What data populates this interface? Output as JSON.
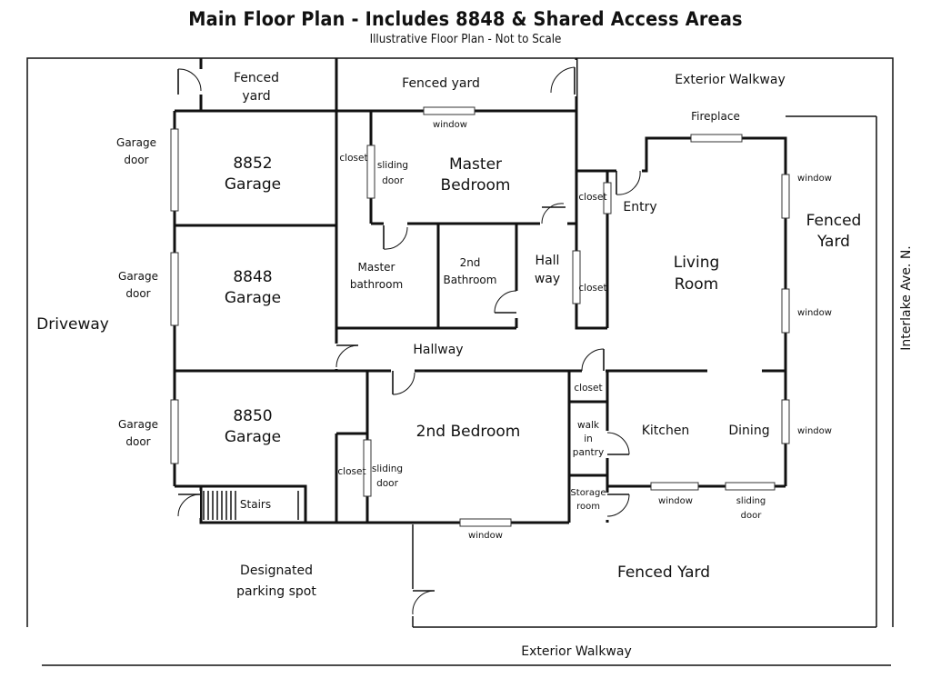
{
  "title": "Main Floor Plan - Includes 8848 & Shared Access Areas",
  "subtitle": "Illustrative Floor Plan - Not to Scale",
  "labels": {
    "fenced_yard_top_left": [
      "Fenced",
      "yard"
    ],
    "fenced_yard_top": "Fenced yard",
    "exterior_walkway_top": "Exterior Walkway",
    "fireplace": "Fireplace",
    "garage_door_1": [
      "Garage",
      "door"
    ],
    "garage_door_2": [
      "Garage",
      "door"
    ],
    "garage_door_3": [
      "Garage",
      "door"
    ],
    "garage_8852": [
      "8852",
      "Garage"
    ],
    "garage_8848": [
      "8848",
      "Garage"
    ],
    "garage_8850": [
      "8850",
      "Garage"
    ],
    "closet_master": "closet",
    "sliding_door_master": [
      "sliding",
      "door"
    ],
    "master_bedroom": [
      "Master",
      "Bedroom"
    ],
    "window_master": "window",
    "closet_entry": "closet",
    "entry": "Entry",
    "window_right_1": "window",
    "fenced_yard_right": [
      "Fenced",
      "Yard"
    ],
    "master_bathroom": [
      "Master",
      "bathroom"
    ],
    "second_bathroom": [
      "2nd",
      "Bathroom"
    ],
    "hallway_small": [
      "Hall",
      "way"
    ],
    "closet_hall": "closet",
    "living_room": [
      "Living",
      "Room"
    ],
    "window_right_2": "window",
    "street": "Interlake Ave. N.",
    "driveway": "Driveway",
    "hallway": "Hallway",
    "second_bedroom": "2nd Bedroom",
    "closet_kitchen": "closet",
    "walk_in_pantry": [
      "walk",
      "in",
      "pantry"
    ],
    "kitchen": "Kitchen",
    "dining": "Dining",
    "window_right_3": "window",
    "closet_bedroom": "closet",
    "sliding_door_bedroom": [
      "sliding",
      "door"
    ],
    "storage_room": [
      "Storage",
      "room"
    ],
    "window_kitchen": "window",
    "sliding_door_dining": [
      "sliding",
      "door"
    ],
    "stairs": "Stairs",
    "window_bedroom": "window",
    "designated_parking": [
      "Designated",
      "parking spot"
    ],
    "fenced_yard_bottom": "Fenced  Yard",
    "exterior_walkway_bottom": "Exterior Walkway"
  }
}
